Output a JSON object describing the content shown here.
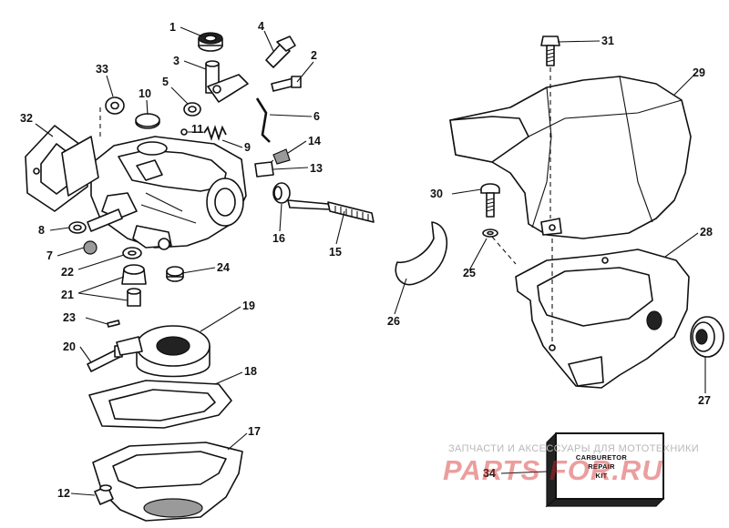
{
  "diagram": {
    "callouts": {
      "p1": "1",
      "p2": "2",
      "p3": "3",
      "p4": "4",
      "p5": "5",
      "p6": "6",
      "p7": "7",
      "p8": "8",
      "p9": "9",
      "p10": "10",
      "p11": "11",
      "p12": "12",
      "p13": "13",
      "p14": "14",
      "p15": "15",
      "p16": "16",
      "p17": "17",
      "p18": "18",
      "p19": "19",
      "p20": "20",
      "p21": "21",
      "p22": "22",
      "p23": "23",
      "p24": "24",
      "p25": "25",
      "p26": "26",
      "p27": "27",
      "p28": "28",
      "p29": "29",
      "p30": "30",
      "p31": "31",
      "p32": "32",
      "p33": "33",
      "p34": "34"
    },
    "kit": {
      "line1": "CARBURETOR",
      "line2": "REPAIR",
      "line3": "KIT"
    }
  },
  "watermark": {
    "tagline": "ЗАПЧАСТИ И АКСЕССУАРЫ ДЛЯ МОТОТЕХНИКИ",
    "site": "PARTS FOR.RU"
  }
}
